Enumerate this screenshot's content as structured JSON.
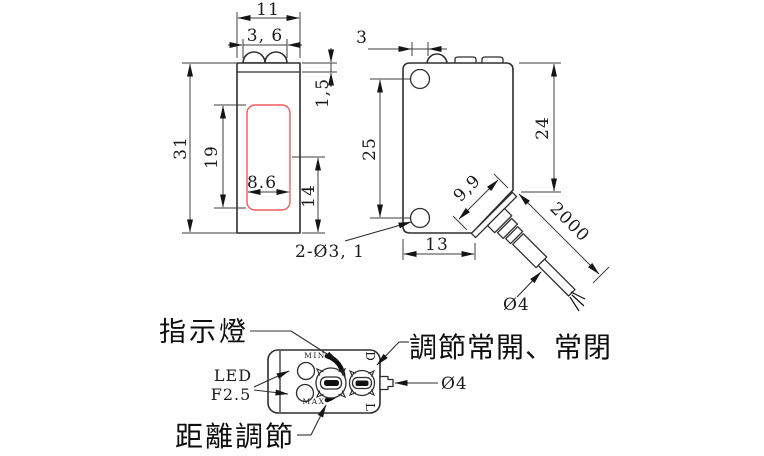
{
  "front_view": {
    "width": "11",
    "lens_width": "3, 6",
    "lens_height": "1,5",
    "height": "31",
    "window_height": "19",
    "window_width": "8.6",
    "hole_offset": "14"
  },
  "side_view": {
    "lens_offset": "3",
    "hole_spacing": "25",
    "body_depth": "24",
    "bottom_width": "13",
    "mounting_holes": "2-Ø3, 1",
    "gland_width": "9,9",
    "cable_length": "2000",
    "cable_diameter": "Ø4"
  },
  "bottom_view": {
    "indicator_label": "指示燈",
    "led_line1": "LED",
    "led_line2": "F2.5",
    "distance_label": "距離調節",
    "mode_label": "調節常開、常閉",
    "cable_diameter": "Ø4",
    "min": "MIN",
    "max": "MAX",
    "d": "D",
    "l": "L"
  },
  "colors": {
    "window_outline": "#f25c5c",
    "line": "#2e2e2e",
    "arrow": "#151515"
  }
}
